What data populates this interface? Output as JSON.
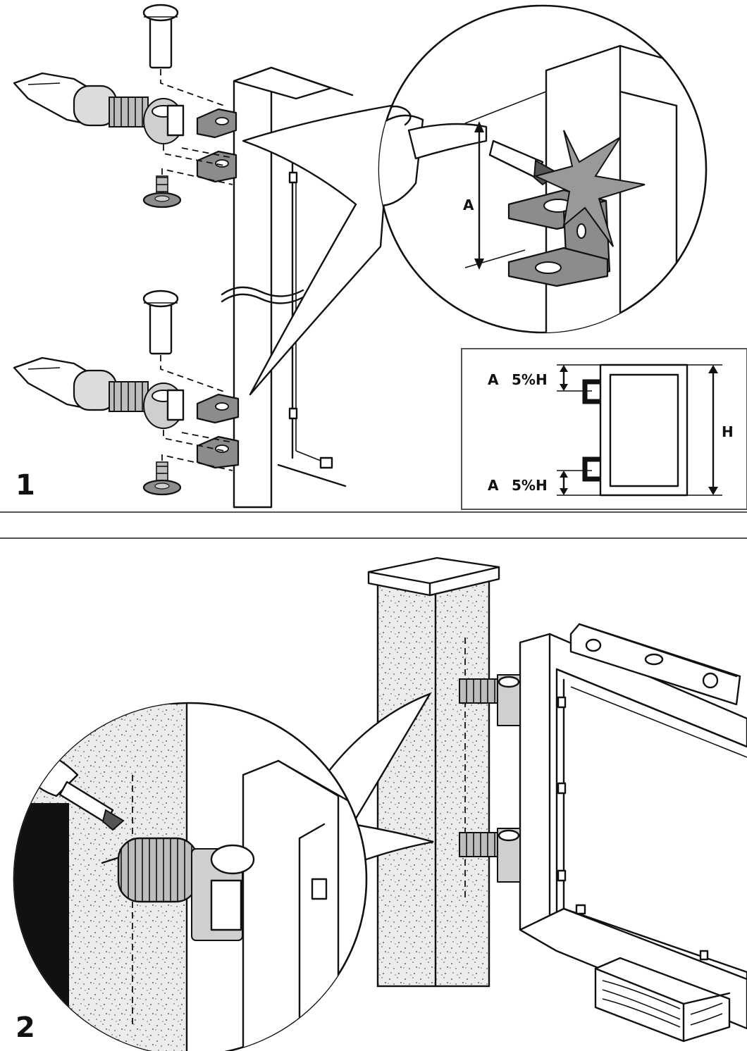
{
  "panel1": {
    "step_number": "1",
    "detail_label_a": "A",
    "inset": {
      "top_label_a": "A",
      "top_label_pct": "5%H",
      "bottom_label_a": "A",
      "bottom_label_pct": "5%H",
      "height_label": "H"
    }
  },
  "panel2": {
    "step_number": "2"
  },
  "colors": {
    "ink": "#111111",
    "metal": "#8c8c8c",
    "metal_light": "#cfcfcf",
    "paper": "#ffffff",
    "panel_border": "#555555"
  },
  "icons": [
    "hinge-bolt-icon",
    "pin-icon",
    "screw-icon",
    "bracket-icon",
    "marker-icon",
    "spirit-level-icon",
    "wood-block-icon"
  ]
}
